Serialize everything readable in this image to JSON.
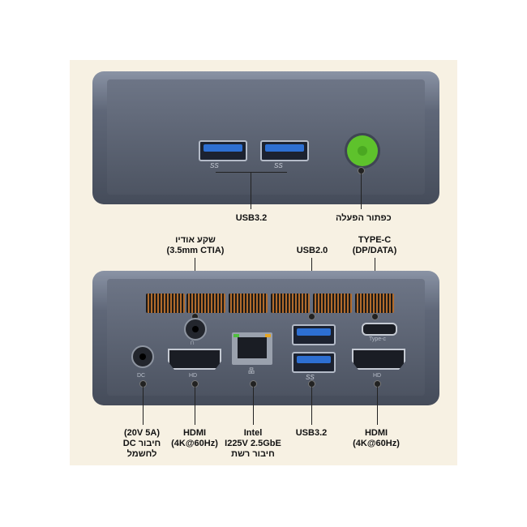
{
  "top_view": {
    "usb_label": "USB3.2",
    "power_label": "כפתור הפעלה",
    "port_mark": "SS"
  },
  "rear_view": {
    "audio_label": [
      "שקע אודיו",
      "(3.5mm CTIA)"
    ],
    "usb2_label": "USB2.0",
    "typec_label": [
      "TYPE-C",
      "(DP/DATA)"
    ],
    "dc_label": [
      "(20V 5A)",
      "DC חיבור",
      "לחשמל"
    ],
    "hdmi_left_label": [
      "HDMI",
      "(4K@60Hz)"
    ],
    "ethernet_label": [
      "Intel",
      "I225V 2.5GbE",
      "חיבור רשת"
    ],
    "usb32_label": "USB3.2",
    "hdmi_right_label": [
      "HDMI",
      "(4K@60Hz)"
    ],
    "dc_mark": "DC",
    "typec_mark": "Type-c",
    "hdmi_mark": "HD",
    "usb_mark": "SS"
  },
  "colors": {
    "power_button": "#5ec22c",
    "usb_blue": "#2d6fd2",
    "vent_copper": "#b16b2c",
    "background": "#f7f1e3"
  }
}
